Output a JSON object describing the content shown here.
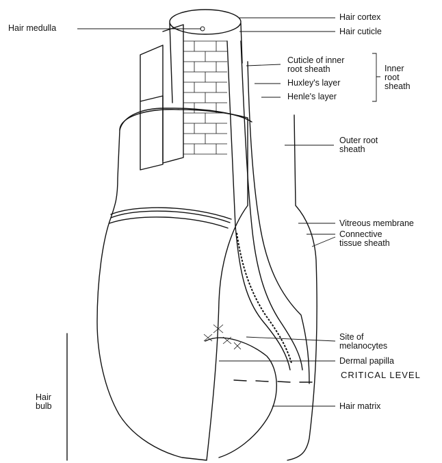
{
  "labels": {
    "hair_cortex": "Hair cortex",
    "hair_medulla": "Hair medulla",
    "hair_cuticle": "Hair cuticle",
    "cuticle_irs": "Cuticle of inner\nroot sheath",
    "inner_root_sheath": "Inner\nroot\nsheath",
    "huxleys_layer": "Huxley's layer",
    "henles_layer": "Henle's layer",
    "outer_root_sheath": "Outer root\nsheath",
    "vitreous_membrane": "Vitreous membrane",
    "connective_tissue_sheath": "Connective\ntissue sheath",
    "site_of_melanocytes": "Site of\nmelanocytes",
    "dermal_papilla": "Dermal papilla",
    "critical_level": "CRITICAL LEVEL",
    "hair_matrix": "Hair matrix",
    "hair_bulb": "Hair\nbulb"
  }
}
